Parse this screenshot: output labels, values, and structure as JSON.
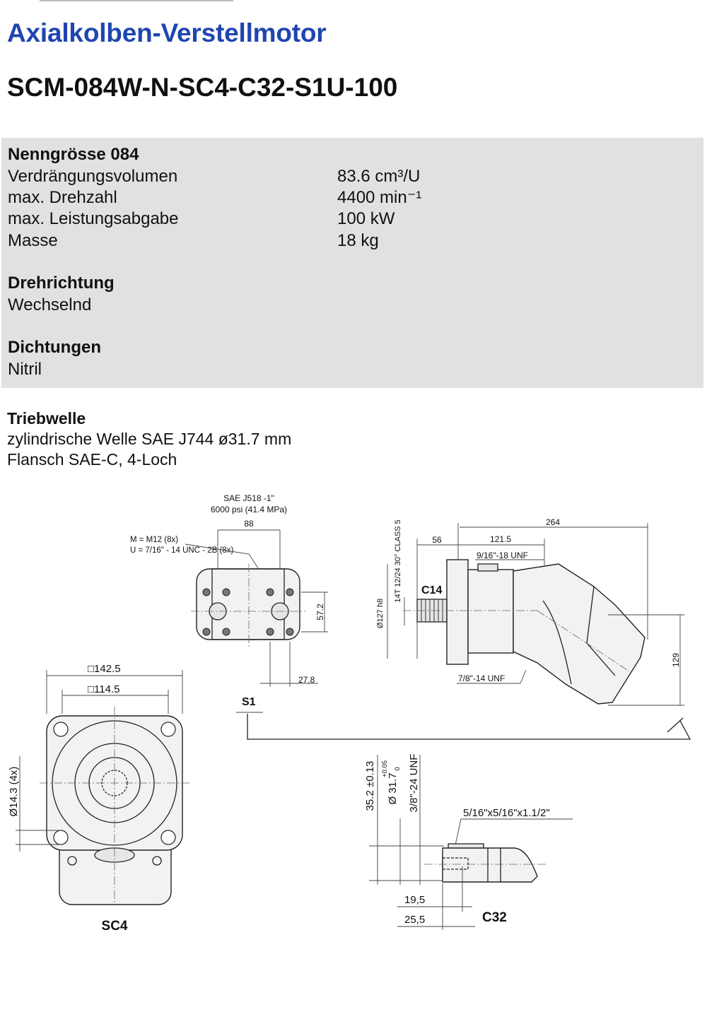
{
  "header": {
    "title": "Axialkolben-Verstellmotor",
    "model": "SCM-084W-N-SC4-C32-S1U-100"
  },
  "specs": {
    "size_heading": "Nenngrösse 084",
    "rows": [
      {
        "label": "Verdrängungsvolumen",
        "value": "83.6 cm³/U"
      },
      {
        "label": "max. Drehzahl",
        "value": "4400 min⁻¹"
      },
      {
        "label": "max. Leistungsabgabe",
        "value": "100 kW"
      },
      {
        "label": "Masse",
        "value": "18 kg"
      }
    ],
    "rotation_heading": "Drehrichtung",
    "rotation_value": "Wechselnd",
    "seals_heading": "Dichtungen",
    "seals_value": "Nitril"
  },
  "shaft": {
    "heading": "Triebwelle",
    "line1": "zylindrische Welle SAE J744 ø31.7 mm",
    "line2": "Flansch SAE-C, 4-Loch"
  },
  "drawing": {
    "flange_std": "SAE J518 -1\"",
    "flange_pressure": "6000 psi (41.4 MPa)",
    "dim_88": "88",
    "thread_m": "M = M12 (8x)",
    "thread_u": "U = 7/16\" - 14 UNC - 2B (8x)",
    "dim_57_2": "57.2",
    "dim_27_8": "27.8",
    "dim_142_5": "□142.5",
    "dim_114_5": "□114.5",
    "dim_14_3": "Ø14.3 (4x)",
    "label_sc4": "SC4",
    "label_s1": "S1",
    "label_c14": "C14",
    "spline": "14T 12/24 30° CLASS 5",
    "dim_127": "Ø127 h8",
    "dim_264": "264",
    "dim_56": "56",
    "dim_121_5": "121.5",
    "port_9_16": "9/16\"-18 UNF",
    "port_7_8": "7/8\"-14 UNF",
    "dim_129": "129",
    "dim_35_2": "35.2 ±0.13",
    "dim_31_7": "Ø 31.7",
    "tol_upper": "+0.05",
    "tol_lower": "0",
    "thread_3_8": "3/8\"-24 UNF",
    "key": "5/16\"x5/16\"x1.1/2\"",
    "dim_19_5": "19,5",
    "dim_25_5": "25,5",
    "label_c32": "C32"
  }
}
